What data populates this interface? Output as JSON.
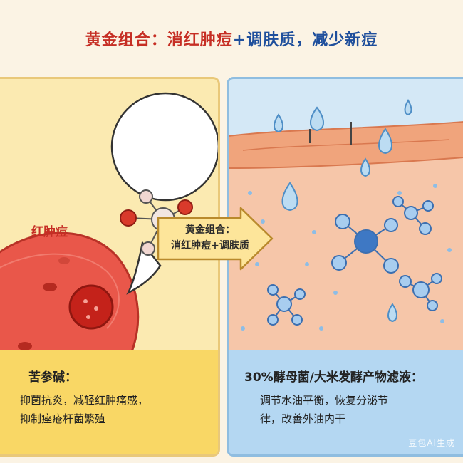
{
  "header": {
    "title_part1": "黄金组合：消红肿痘",
    "title_part2": "+调肤质，减少新痘"
  },
  "left_panel": {
    "label": "红肿痘",
    "ingredient_title": "苦参碱：",
    "ingredient_desc_line1": "抑菌抗炎，减轻红肿痛感，",
    "ingredient_desc_line2": "抑制痤疮杆菌繁殖"
  },
  "arrow": {
    "line1": "黄金组合：",
    "line2": "消红肿痘+调肤质"
  },
  "right_panel": {
    "ingredient_title": "30%酵母菌/大米发酵产物滤液：",
    "ingredient_desc_line1": "调节水油平衡，恢复分泌节",
    "ingredient_desc_line2": "律，改善外油内干"
  },
  "watermark": "豆包AI生成",
  "colors": {
    "red_accent": "#c62e24",
    "blue_accent": "#1f4f9c",
    "left_bg": "#fbeab1",
    "left_caption_bg": "#f9d765",
    "right_bg": "#d4e8f6",
    "right_caption_bg": "#b4d7f2"
  }
}
